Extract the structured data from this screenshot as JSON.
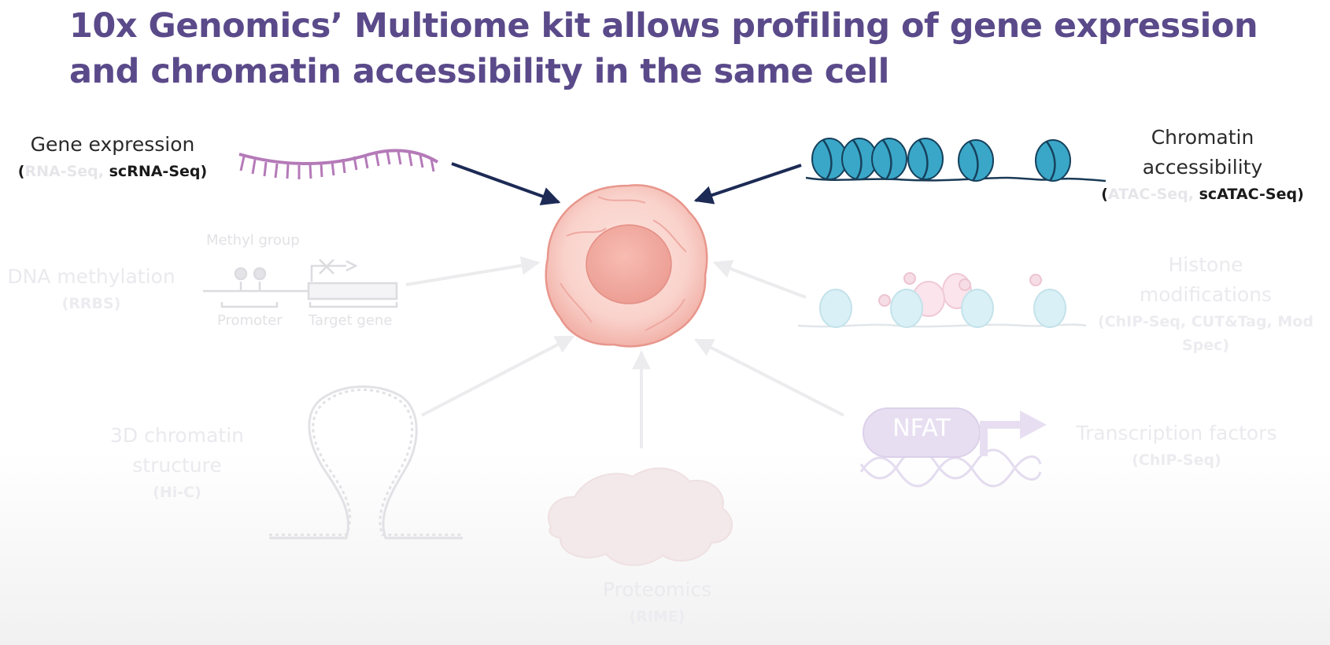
{
  "slide": {
    "title": "10x Genomics’ Multiome kit allows profiling of gene expression and chromatin accessibility in the same cell"
  },
  "labels": {
    "gene_expression": {
      "main": "Gene expression",
      "open": "(",
      "faded": "RNA-Seq, ",
      "highlight": "scRNA-Seq",
      "close": ")"
    },
    "chromatin_accessibility": {
      "main1": "Chromatin",
      "main2": "accessibility",
      "open": "(",
      "faded": "ATAC-Seq, ",
      "highlight": "scATAC-Seq",
      "close": ")"
    },
    "dna_methylation": {
      "main": "DNA methylation",
      "sub": "(RRBS)"
    },
    "histone": {
      "main1": "Histone",
      "main2": "modifications",
      "sub1": "(ChIP-Seq, CUT&Tag, Mod",
      "sub2": "Spec)"
    },
    "chromatin_3d": {
      "main1": "3D chromatin",
      "main2": "structure",
      "sub": "(Hi-C)"
    },
    "transcription_factors": {
      "main": "Transcription factors",
      "sub": "(ChIP-Seq)"
    },
    "proteomics": {
      "main": "Proteomics",
      "sub": "(RIME)"
    }
  },
  "methylation_diagram": {
    "methyl_group": "Methyl group",
    "promoter": "Promoter",
    "target_gene": "Target gene"
  },
  "tf_diagram": {
    "protein": "NFAT"
  },
  "colors": {
    "title": "#5a4a8a",
    "rna_strand": "#b47ab8",
    "nucleosome": "#3aa7c8",
    "arrow_active": "#1c2a55",
    "arrow_faded": "#ececee",
    "cell": "#f4b0a8"
  }
}
